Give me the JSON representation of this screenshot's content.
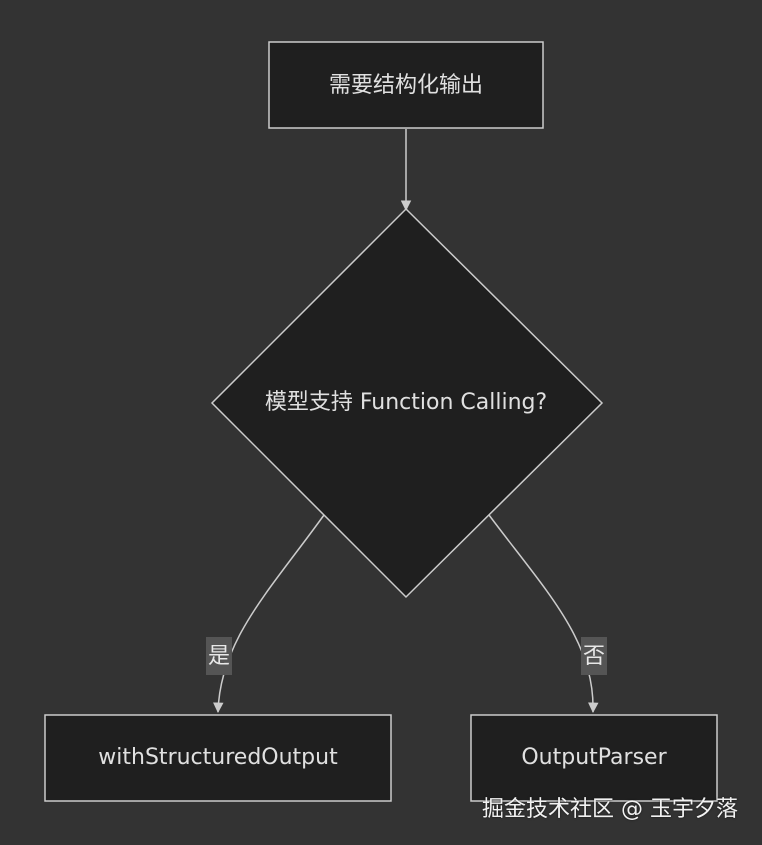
{
  "colors": {
    "background": "#333333",
    "node_fill": "#1f1f1f",
    "node_stroke": "#cccccc",
    "edge": "#cccccc",
    "label_bg": "#555555",
    "text": "#e0e0e0"
  },
  "nodes": {
    "start": {
      "label": "需要结构化输出"
    },
    "decision": {
      "label": "模型支持 Function Calling?"
    },
    "yes_target": {
      "label": "withStructuredOutput"
    },
    "no_target": {
      "label": "OutputParser"
    }
  },
  "edges": {
    "yes_label": "是",
    "no_label": "否"
  },
  "watermark": "掘金技术社区 @ 玉宇夕落"
}
